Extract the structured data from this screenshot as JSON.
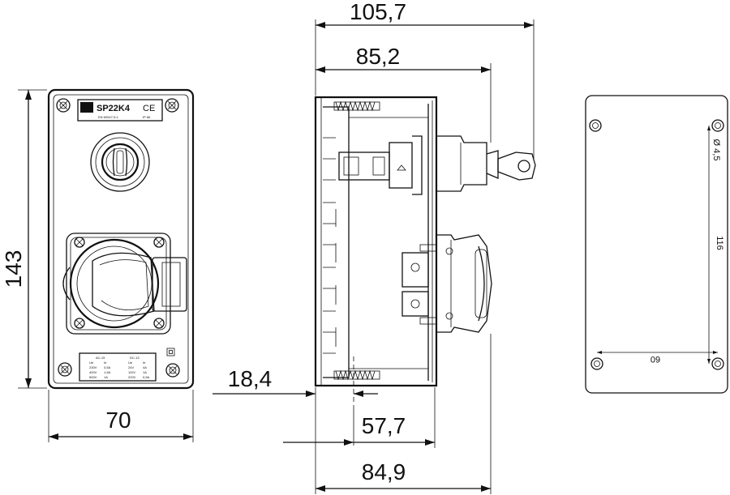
{
  "dimensions": {
    "height": "143",
    "width_front": "70",
    "depth_key": "105,7",
    "depth_switch": "85,2",
    "offset": "18,4",
    "depth_base": "57,7",
    "depth_total": "84,9",
    "hole_diameter": "Ø 4,5",
    "hole_vertical_spacing": "116",
    "hole_horizontal_spacing": "60"
  },
  "front_panel": {
    "model_label": "SP22K4",
    "ce_mark": "CE",
    "sub_label": "EN 60947-5-1",
    "ip_label": "IP 66",
    "rating_head_ac": "AC-15",
    "rating_head_dc": "DC-13",
    "rating_rows": [
      [
        "Ue",
        "Ie",
        "Ue",
        "Ie"
      ],
      [
        "230V",
        "3,5A",
        "24V",
        "4A"
      ],
      [
        "400V",
        "1,5A",
        "110V",
        "1A"
      ],
      [
        "500V",
        "1A",
        "220V",
        "0,5A"
      ]
    ]
  }
}
